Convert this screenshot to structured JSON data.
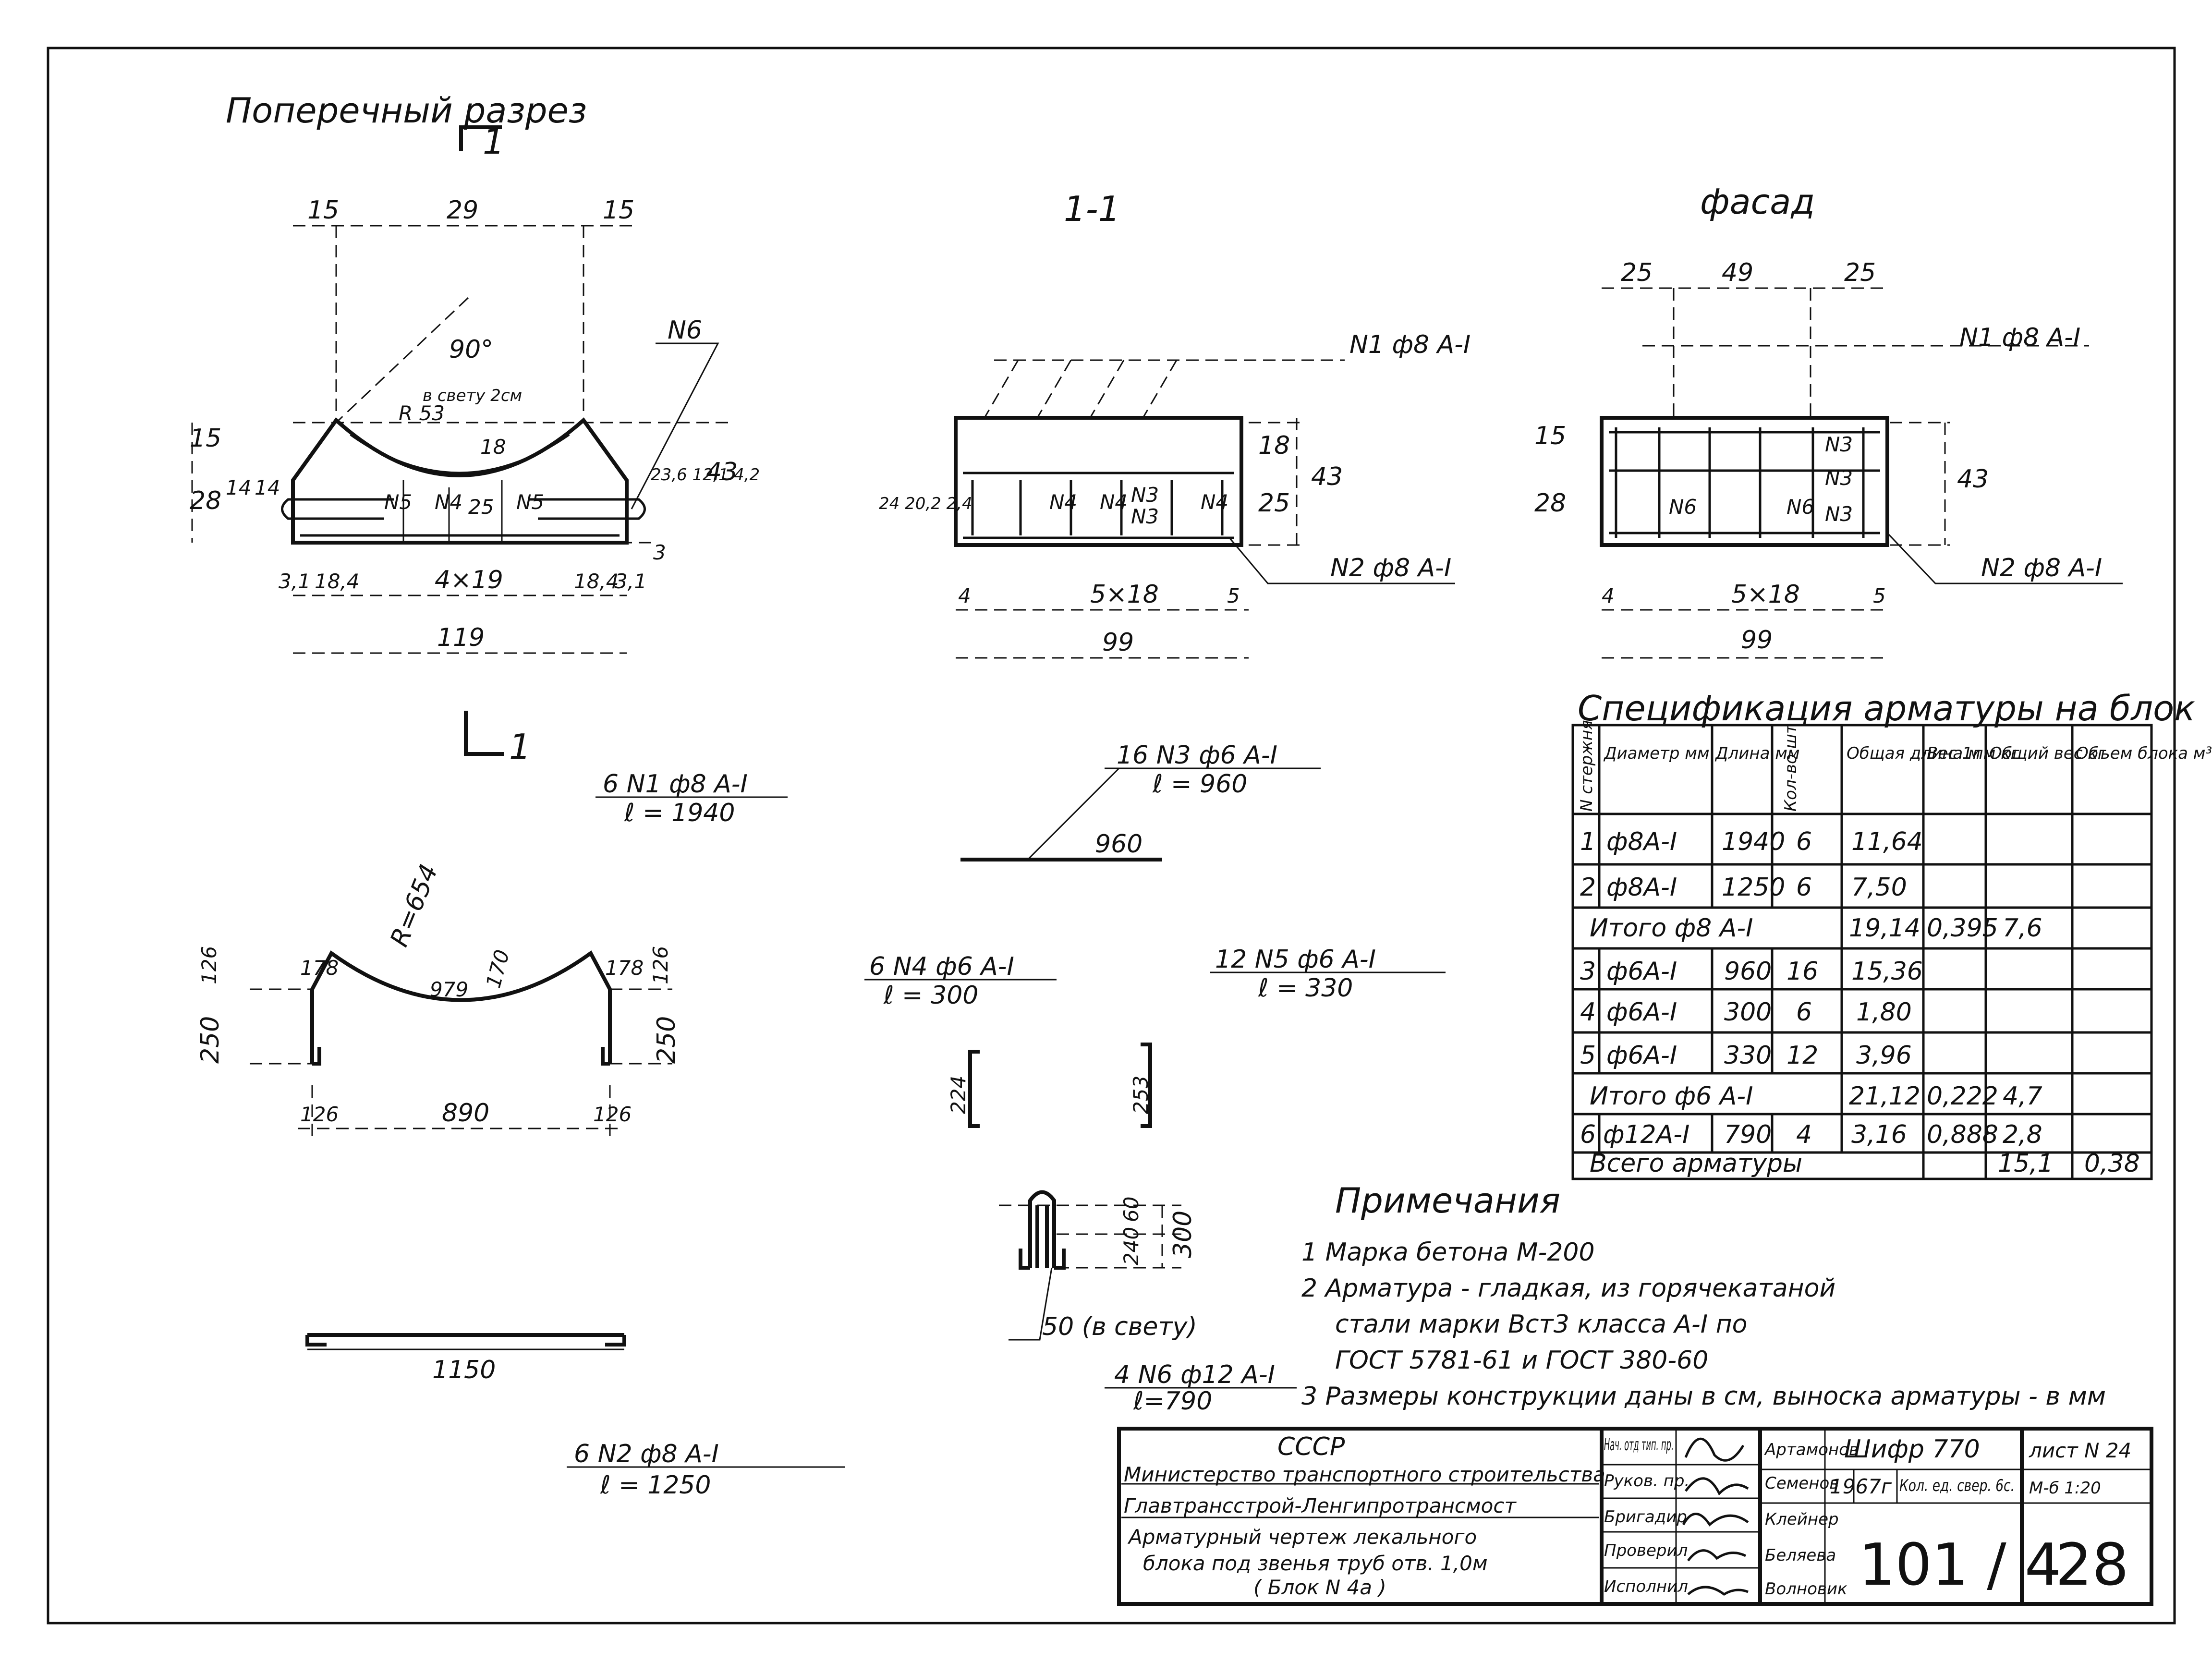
{
  "cross_section": {
    "title": "Поперечный разрез",
    "section_mark": "1",
    "dim_top_left": "15",
    "dim_top_mid": "29",
    "dim_top_right": "15",
    "angle": "90°",
    "radius": "R 53",
    "clear_note": "в свету 2см",
    "dim_inner_height": "18",
    "label_n6": "N6",
    "dim_left_15": "15",
    "dim_left_28": "28",
    "dim_left_14a": "14",
    "dim_left_14b": "14",
    "label_n5a": "N5",
    "label_n4": "N4",
    "dim_inner_25": "25",
    "label_n5b": "N5",
    "dim_right_stack": "23,6 12,1 4,2",
    "dim_right_43": "43",
    "dim_right_3": "3",
    "dim_bot_31a": "3,1",
    "dim_bot_184a": "18,4",
    "dim_bot_4x19": "4×19",
    "dim_bot_184b": "18,4",
    "dim_bot_31b": "3,1",
    "dim_overall": "119"
  },
  "section_11": {
    "title": "1-1",
    "rebar_top": "N1 ф8 А-I",
    "rebar_bottom": "N2 ф8 А-I",
    "dim_left_stack": "24 20,2 2,4",
    "dim_18": "18",
    "dim_25": "25",
    "dim_43": "43",
    "lbl_n4a": "N4",
    "lbl_n4b": "N4",
    "lbl_n3a": "N3",
    "lbl_n3b": "N3",
    "lbl_n4c": "N4",
    "dim_4": "4",
    "dim_5x18": "5×18",
    "dim_5": "5",
    "dim_99": "99"
  },
  "facade": {
    "title": "фасад",
    "dim_25a": "25",
    "dim_49": "49",
    "dim_25b": "25",
    "rebar_top": "N1 ф8 А-I",
    "rebar_bottom": "N2 ф8 А-I",
    "dim_15": "15",
    "dim_28": "28",
    "dim_43": "43",
    "lbl_n6a": "N6",
    "lbl_n6b": "N6",
    "lbl_n3a": "N3",
    "lbl_n3b": "N3",
    "lbl_n3c": "N3",
    "dim_4": "4",
    "dim_5x18": "5×18",
    "dim_5": "5",
    "dim_99": "99"
  },
  "section_mark_bottom": "1",
  "bars": {
    "n1_label": "6 N1 ф8 А-I",
    "n1_len": "ℓ = 1940",
    "n1_radius": "R=654",
    "n1_d126a": "126",
    "n1_d178a": "178",
    "n1_d979": "979",
    "n1_d170": "170",
    "n1_d178b": "178",
    "n1_d126b": "126",
    "n1_d250a": "250",
    "n1_d250b": "250",
    "n1_d126c": "126",
    "n1_d890": "890",
    "n1_d126d": "126",
    "n2_label": "6 N2 ф8 А-I",
    "n2_len": "ℓ = 1250",
    "n2_d1150": "1150",
    "n3_label": "16 N3 ф6 А-I",
    "n3_len": "ℓ = 960",
    "n3_d960": "960",
    "n4_label": "6 N4 ф6 А-I",
    "n4_len": "ℓ = 300",
    "n4_d224": "224",
    "n5_label": "12 N5 ф6 А-I",
    "n5_len": "ℓ = 330",
    "n5_d253": "253",
    "n6_label": "4 N6 ф12 А-I",
    "n6_len": "ℓ=790",
    "n6_d60": "60",
    "n6_d240": "240",
    "n6_d300": "300",
    "n6_clear": "50 (в свету)"
  },
  "spec": {
    "title": "Спецификация арматуры на блок",
    "headers": {
      "h0": "N стержня",
      "h1": "Диаметр мм",
      "h2": "Длина мм",
      "h3": "Кол-во шт",
      "h4": "Общая длина м",
      "h5": "Вес 1пм кг",
      "h6": "Общий вес кг",
      "h7": "Объем блока м³"
    },
    "r1": {
      "n": "1",
      "d": "ф8А-I",
      "l": "1940",
      "q": "6",
      "tl": "11,64"
    },
    "r2": {
      "n": "2",
      "d": "ф8А-I",
      "l": "1250",
      "q": "6",
      "tl": "7,50"
    },
    "s1": {
      "label": "Итого ф8 А-I",
      "tl": "19,14",
      "w1": "0,395",
      "tw": "7,6"
    },
    "r3": {
      "n": "3",
      "d": "ф6А-I",
      "l": "960",
      "q": "16",
      "tl": "15,36"
    },
    "r4": {
      "n": "4",
      "d": "ф6А-I",
      "l": "300",
      "q": "6",
      "tl": "1,80"
    },
    "r5": {
      "n": "5",
      "d": "ф6А-I",
      "l": "330",
      "q": "12",
      "tl": "3,96"
    },
    "s2": {
      "label": "Итого ф6 А-I",
      "tl": "21,12",
      "w1": "0,222",
      "tw": "4,7"
    },
    "r6": {
      "n": "6",
      "d": "ф12А-I",
      "l": "790",
      "q": "4",
      "tl": "3,16",
      "w1": "0,888",
      "tw": "2,8"
    },
    "total": {
      "label": "Всего арматуры",
      "tw": "15,1",
      "vol": "0,38"
    }
  },
  "notes": {
    "title": "Примечания",
    "n1": "1 Марка бетона М-200",
    "n2a": "2 Арматура - гладкая, из горячекатаной",
    "n2b": "стали марки Вст3 класса А-I по",
    "n2c": "ГОСТ 5781-61 и ГОСТ 380-60",
    "n3": "3 Размеры конструкции даны в см, выноска арматуры - в мм"
  },
  "title_block": {
    "org1": "СССР",
    "org2": "Министерство транспортного строительства",
    "org3": "Главтрансстрой-Ленгипротрансмост",
    "desc1": "Арматурный чертеж лекального",
    "desc2": "блока под звенья труб отв. 1,0м",
    "desc3": "( Блок N 4а )",
    "role1": "Нач. отд тип. пр.",
    "role2": "Руков. пр.",
    "role3": "Бригадир",
    "role4": "Проверил",
    "role5": "Исполнил",
    "name1": "Артамонов",
    "name2": "Семенов",
    "name3": "Клейнер",
    "name4": "Беляева",
    "name5": "Волновик",
    "code_label": "Шифр 770",
    "year": "1967г",
    "copies": "Кол. ед. свер. 6с.",
    "sheet_label": "лист N 24",
    "scale": "М-б 1:20",
    "drawing_no": "101 / 4",
    "page_no": "28"
  }
}
